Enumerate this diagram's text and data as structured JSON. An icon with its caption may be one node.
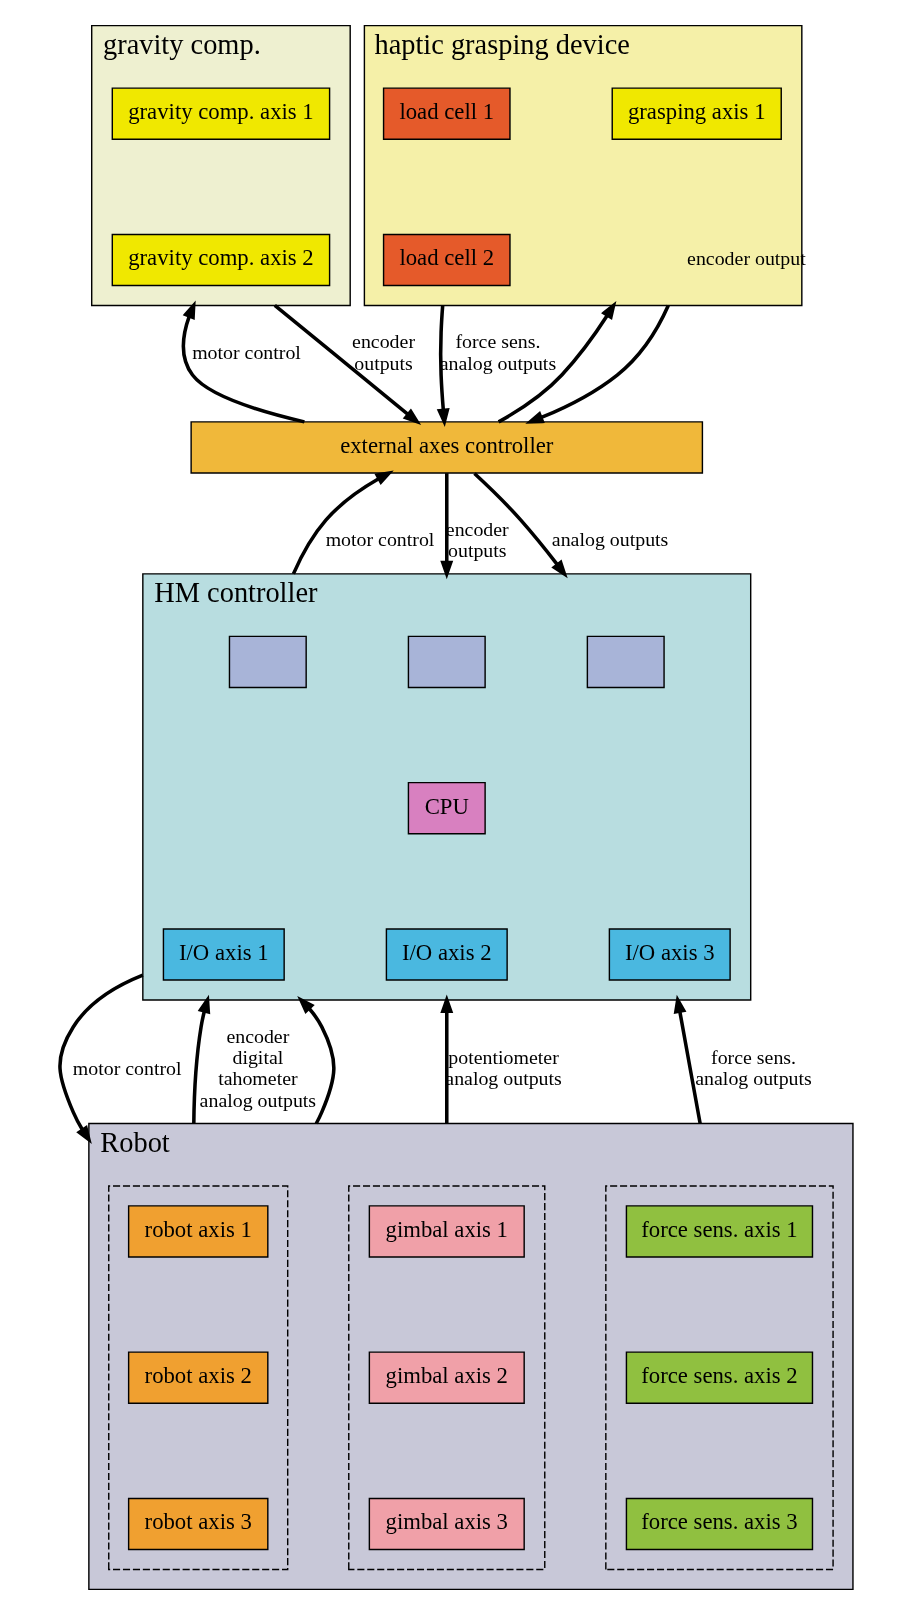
{
  "diagram": {
    "nodes": [
      {
        "text": [
          "gravity comp."
        ]
      },
      {
        "text": [
          "gravity comp. axis 1"
        ],
        "in": 0
      },
      {
        "text": [
          "gravity comp. axis 2"
        ],
        "in": 0
      },
      {
        "text": [
          "haptic grasping device"
        ]
      },
      {
        "text": [
          "grasping axis 1"
        ],
        "in": 3
      },
      {
        "text": [
          "load cell 1"
        ],
        "in": 3
      },
      {
        "text": [
          "load cell 2"
        ],
        "in": 3
      },
      {
        "text": [
          "external axes controller"
        ]
      },
      {
        "text": [
          "HM controller"
        ]
      },
      {
        "text": [],
        "shape": "box",
        "in": 8
      },
      {
        "text": [],
        "shape": "box",
        "in": 8
      },
      {
        "text": [],
        "shape": "box",
        "in": 8
      },
      {
        "text": [
          "CPU"
        ],
        "in": 8
      },
      {
        "text": [
          "I/O axis 1"
        ],
        "in": 8
      },
      {
        "text": [
          "I/O axis 2"
        ],
        "in": 8
      },
      {
        "text": [
          "I/O axis 3"
        ],
        "in": 8
      },
      {
        "text": [
          "Robot"
        ]
      },
      {
        "text": [],
        "shape": "box",
        "in": 16
      },
      {
        "text": [
          "robot axis 1"
        ],
        "in": 17
      },
      {
        "text": [
          "robot axis 2"
        ],
        "in": 17
      },
      {
        "text": [
          "robot axis 3"
        ],
        "in": 17
      },
      {
        "text": [],
        "shape": "box",
        "in": 16
      },
      {
        "text": [
          "gimbal axis 1"
        ],
        "in": 21
      },
      {
        "text": [
          "gimbal axis 2"
        ],
        "in": 21
      },
      {
        "text": [
          "gimbal axis 3"
        ],
        "in": 21
      },
      {
        "text": [],
        "shape": "box",
        "in": 16
      },
      {
        "text": [
          "force sens. axis 1"
        ],
        "in": 25
      },
      {
        "text": [
          "force sens. axis 2"
        ],
        "in": 25
      },
      {
        "text": [
          "force sens. axis 3"
        ],
        "in": 25
      }
    ],
    "edges": [
      {
        "from": 0,
        "to": 7,
        "arrow": "to",
        "label": "encoder outputs"
      },
      {
        "from": 7,
        "to": 0,
        "arrow": "to",
        "label": "motor control"
      },
      {
        "from": 7,
        "to": 3,
        "arrow": "to"
      },
      {
        "from": 3,
        "to": 7,
        "arrow": "to",
        "label": "encoder output"
      },
      {
        "from": 3,
        "to": 7,
        "arrow": "to",
        "label": "force sens. analog outputs"
      },
      {
        "from": 8,
        "to": 7,
        "arrow": "to",
        "label": "motor control"
      },
      {
        "from": 7,
        "to": 8,
        "arrow": "to",
        "label": "encoder outputs"
      },
      {
        "from": 7,
        "to": 8,
        "arrow": "to",
        "label": "analog outputs"
      },
      {
        "from": 16,
        "to": 8,
        "arrow": "to",
        "label": "encoder digital tahometer analog outputs"
      },
      {
        "from": 16,
        "to": 8,
        "arrow": "to"
      },
      {
        "from": 8,
        "to": 16,
        "arrow": "to",
        "label": "motor control"
      },
      {
        "from": 16,
        "to": 8,
        "arrow": "to",
        "label": "potentiometer analog outputs"
      },
      {
        "from": 16,
        "to": 8,
        "arrow": "to",
        "label": "force sens. analog outputs"
      }
    ]
  }
}
